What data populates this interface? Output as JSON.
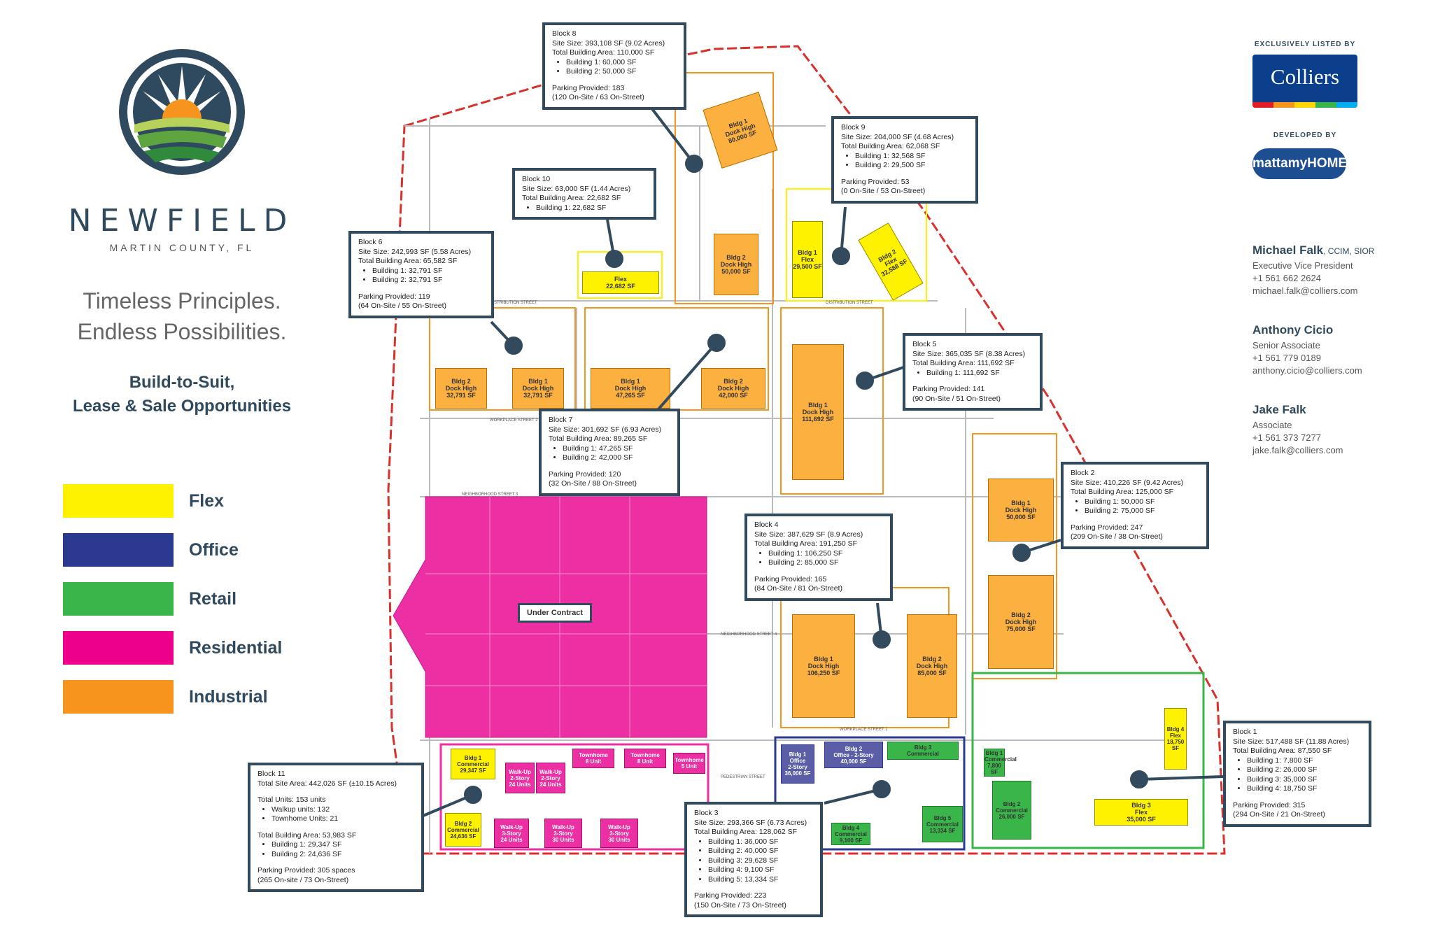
{
  "brand": {
    "title": "NEWFIELD",
    "subtitle": "MARTIN COUNTY, FL",
    "tagline_1": "Timeless Principles.",
    "tagline_2": "Endless Possibilities.",
    "offer_1": "Build-to-Suit,",
    "offer_2": "Lease & Sale Opportunities"
  },
  "legend": [
    {
      "label": "Flex",
      "color": "#fff200"
    },
    {
      "label": "Office",
      "color": "#2b3990"
    },
    {
      "label": "Retail",
      "color": "#39b54a"
    },
    {
      "label": "Residential",
      "color": "#ec008c"
    },
    {
      "label": "Industrial",
      "color": "#f7941d"
    }
  ],
  "colors": {
    "navy": "#324a5e",
    "industrial_fill": "#fbb040",
    "flex_fill": "#fff200",
    "residential_fill": "#ec2fa3",
    "retail_fill": "#39b54a",
    "office_fill": "#5b5ea6",
    "boundary": "#d9302c"
  },
  "right_panel": {
    "listed_label": "EXCLUSIVELY LISTED BY",
    "colliers": "Colliers",
    "developed_label": "DEVELOPED BY",
    "mattamy": "mattamyHOMES",
    "contacts": [
      {
        "name": "Michael Falk",
        "cred": "CCIM, SIOR",
        "title": "Executive Vice President",
        "phone": "+1 561 662 2624",
        "email": "michael.falk@colliers.com"
      },
      {
        "name": "Anthony Cicio",
        "cred": "",
        "title": "Senior Associate",
        "phone": "+1 561 779 0189",
        "email": "anthony.cicio@colliers.com"
      },
      {
        "name": "Jake Falk",
        "cred": "",
        "title": "Associate",
        "phone": "+1 561 373 7277",
        "email": "jake.falk@colliers.com"
      }
    ]
  },
  "streets": {
    "distribution": "DISTRIBUTION STREET",
    "workplace_2": "WORKPLACE STREET 2",
    "neighborhood_3": "NEIGHBORHOOD STREET 3",
    "neighborhood_4": "NEIGHBORHOOD STREET 4",
    "workplace_1": "WORKPLACE STREET 1",
    "pedestrian": "PEDESTRIAN STREET"
  },
  "buildings": [
    {
      "l1": "Bldg 1",
      "l2": "Dock High",
      "l3": "80,000 SF"
    },
    {
      "l1": "Bldg 2",
      "l2": "Dock High",
      "l3": "50,000 SF"
    },
    {
      "l1": "Flex",
      "l2": "",
      "l3": "22,682 SF"
    },
    {
      "l1": "Bldg 1",
      "l2": "Flex",
      "l3": "29,500 SF"
    },
    {
      "l1": "Bldg 2",
      "l2": "Flex",
      "l3": "32,588 SF"
    },
    {
      "l1": "Bldg 2",
      "l2": "Dock High",
      "l3": "32,791 SF"
    },
    {
      "l1": "Bldg 1",
      "l2": "Dock High",
      "l3": "32,791 SF"
    },
    {
      "l1": "Bldg 1",
      "l2": "Dock High",
      "l3": "47,265 SF"
    },
    {
      "l1": "Bldg 2",
      "l2": "Dock High",
      "l3": "42,000 SF"
    },
    {
      "l1": "Bldg 1",
      "l2": "Dock High",
      "l3": "111,692 SF"
    },
    {
      "l1": "Bldg 1",
      "l2": "Dock High",
      "l3": "50,000 SF"
    },
    {
      "l1": "Bldg 2",
      "l2": "Dock High",
      "l3": "75,000 SF"
    },
    {
      "l1": "Bldg 1",
      "l2": "Dock High",
      "l3": "106,250 SF"
    },
    {
      "l1": "Bldg 2",
      "l2": "Dock High",
      "l3": "85,000 SF"
    },
    {
      "l1": "Bldg 4",
      "l2": "Flex",
      "l3": "18,750 SF"
    },
    {
      "l1": "Bldg 3",
      "l2": "Flex",
      "l3": "35,000 SF"
    },
    {
      "l1": "Bldg 1",
      "l2": "Commercial",
      "l3": "7,800 SF"
    },
    {
      "l1": "Bldg 2",
      "l2": "Commercial",
      "l3": "26,000 SF"
    },
    {
      "l1": "Bldg 1",
      "l2": "Office",
      "l3": "2-Story"
    },
    {
      "l1": "Bldg 2",
      "l2": "Office - 2-Story",
      "l3": "40,000 SF"
    },
    {
      "l1": "Bldg 3",
      "l2": "Commercial",
      "l3": ""
    },
    {
      "l1": "Bldg 4",
      "l2": "Commercial",
      "l3": "9,100 SF"
    },
    {
      "l1": "Bldg 5",
      "l2": "Commercial",
      "l3": "13,334 SF"
    },
    {
      "l1": "Bldg 1",
      "l2": "Commercial",
      "l3": "29,347 SF"
    },
    {
      "l1": "Bldg 2",
      "l2": "Commercial",
      "l3": "24,636 SF"
    },
    {
      "l1": "Walk-Up",
      "l2": "2-Story",
      "l3": "24 Units"
    },
    {
      "l1": "Walk-Up",
      "l2": "2-Story",
      "l3": "24 Units"
    },
    {
      "l1": "Townhome",
      "l2": "8 Unit",
      "l3": ""
    },
    {
      "l1": "Townhome",
      "l2": "8 Unit",
      "l3": ""
    },
    {
      "l1": "Townhome",
      "l2": "5 Unit",
      "l3": ""
    },
    {
      "l1": "Walk-Up",
      "l2": "3-Story",
      "l3": "24 Units"
    },
    {
      "l1": "Walk-Up",
      "l2": "3-Story",
      "l3": "30 Units"
    },
    {
      "l1": "Walk-Up",
      "l2": "3-Story",
      "l3": "30 Units"
    }
  ],
  "office_extra": "36,000 SF",
  "under_contract": "Under Contract",
  "blocks": {
    "b8": {
      "title": "Block 8",
      "site": "Site Size: 393,108 SF (9.02 Acres)",
      "area": "Total Building Area: 110,000 SF",
      "items": [
        "Building 1: 60,000 SF",
        "Building 2: 50,000 SF"
      ],
      "parking": "Parking Provided: 183",
      "parking_detail": "(120 On-Site / 63 On-Street)"
    },
    "b9": {
      "title": "Block 9",
      "site": "Site Size: 204,000 SF (4.68 Acres)",
      "area": "Total Building Area: 62,068 SF",
      "items": [
        "Building 1: 32,568 SF",
        "Building 2: 29,500 SF"
      ],
      "parking": "Parking Provided: 53",
      "parking_detail": "(0 On-Site / 53 On-Street)"
    },
    "b10": {
      "title": "Block 10",
      "site": "Site Size: 63,000 SF (1.44 Acres)",
      "area": "Total Building Area: 22,682 SF",
      "items": [
        "Building 1: 22,682 SF"
      ]
    },
    "b6": {
      "title": "Block 6",
      "site": "Site Size: 242,993 SF (5.58 Acres)",
      "area": "Total Building Area: 65,582 SF",
      "items": [
        "Building 1: 32,791 SF",
        "Building 2: 32,791 SF"
      ],
      "parking": "Parking Provided: 119",
      "parking_detail": "(64 On-Site / 55 On-Street)"
    },
    "b5": {
      "title": "Block 5",
      "site": "Site Size: 365,035 SF (8.38 Acres)",
      "area": "Total Building Area: 111,692 SF",
      "items": [
        "Building 1: 111,692 SF"
      ],
      "parking": "Parking Provided: 141",
      "parking_detail": "(90 On-Site / 51 On-Street)"
    },
    "b7": {
      "title": "Block 7",
      "site": "Site Size: 301,692 SF (6.93 Acres)",
      "area": "Total Building Area: 89,265 SF",
      "items": [
        "Building 1: 47,265 SF",
        "Building 2: 42,000 SF"
      ],
      "parking": "Parking Provided: 120",
      "parking_detail": "(32 On-Site / 88 On-Street)"
    },
    "b2": {
      "title": "Block 2",
      "site": "Site Size: 410,226 SF (9.42 Acres)",
      "area": "Total Building Area: 125,000 SF",
      "items": [
        "Building 1: 50,000 SF",
        "Building 2: 75,000 SF"
      ],
      "parking": "Parking Provided: 247",
      "parking_detail": "(209 On-Site / 38 On-Street)"
    },
    "b4": {
      "title": "Block 4",
      "site": "Site Size: 387,629 SF (8.9 Acres)",
      "area": "Total Building Area: 191,250 SF",
      "items": [
        "Building 1: 106,250 SF",
        "Building 2: 85,000 SF"
      ],
      "parking": "Parking Provided: 165",
      "parking_detail": "(84 On-Site / 81 On-Street)"
    },
    "b1": {
      "title": "Block 1",
      "site": "Site Size: 517,488 SF (11.88 Acres)",
      "area": "Total Building Area: 87,550 SF",
      "items": [
        "Building 1: 7,800 SF",
        "Building 2: 26,000 SF",
        "Building 3: 35,000 SF",
        "Building 4: 18,750 SF"
      ],
      "parking": "Parking Provided: 315",
      "parking_detail": "(294 On-Site / 21 On-Street)"
    },
    "b11": {
      "title": "Block 11",
      "site": "Total Site Area: 442,026 SF (±10.15 Acres)",
      "units": "Total Units: 153 units",
      "unit_items": [
        "Walkup units: 132",
        "Townhome Units: 21"
      ],
      "area": "Total Building Area: 53,983 SF",
      "items": [
        "Building 1: 29,347 SF",
        "Building 2: 24,636 SF"
      ],
      "parking": "Parking Provided: 305 spaces",
      "parking_detail": "(265 On-site / 73 On-Street)"
    },
    "b3": {
      "title": "Block 3",
      "site": "Site Size: 293,366 SF (6.73 Acres)",
      "area": "Total Building Area: 128,062 SF",
      "items": [
        "Building 1: 36,000 SF",
        "Building 2: 40,000 SF",
        "Building 3: 29,628 SF",
        "Building 4: 9,100 SF",
        "Building 5: 13,334 SF"
      ],
      "parking": "Parking Provided: 223",
      "parking_detail": "(150 On-Site / 73 On-Street)"
    }
  }
}
